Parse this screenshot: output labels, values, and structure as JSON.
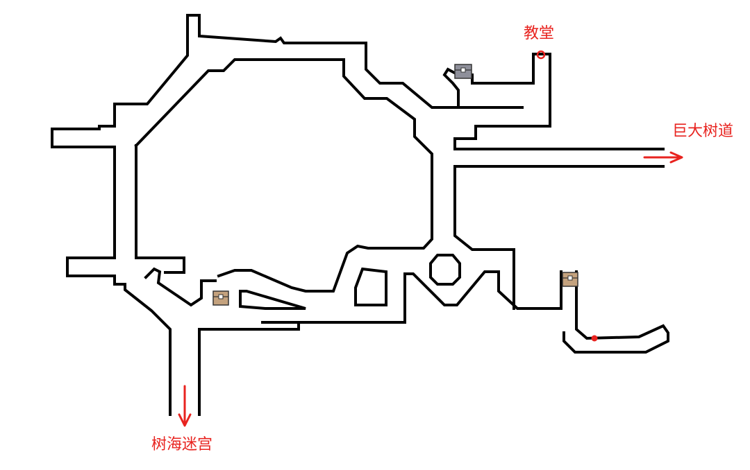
{
  "map": {
    "labels": {
      "church": "教堂",
      "giant_tree_road": "巨大树道",
      "sea_of_trees_maze": "树海迷宫"
    },
    "colors": {
      "label": "#e8231f",
      "arrow": "#e8231f",
      "marker": "#e8231f",
      "wall": "#000000",
      "chest_wood": "#c4a27e",
      "chest_silver": "#8e8f9a"
    },
    "chests": [
      {
        "type": "silver-chest"
      },
      {
        "type": "wooden-chest"
      },
      {
        "type": "wooden-chest"
      }
    ],
    "markers": [
      {
        "type": "ring"
      },
      {
        "type": "dot"
      }
    ]
  }
}
